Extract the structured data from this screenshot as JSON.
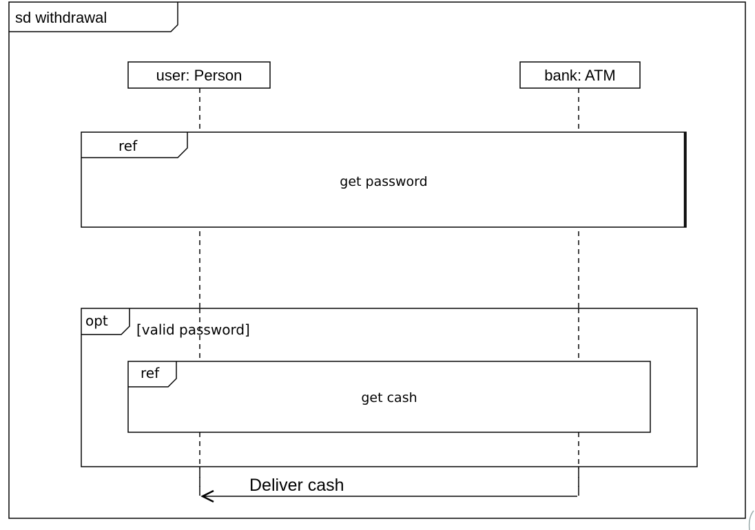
{
  "frame": {
    "operator": "sd",
    "name": "withdrawal"
  },
  "lifelines": [
    {
      "name": "user",
      "type": "Person"
    },
    {
      "name": "bank",
      "type": "ATM"
    }
  ],
  "fragments": {
    "ref1": {
      "operator": "ref",
      "label": "get password"
    },
    "opt": {
      "operator": "opt",
      "guard": "[valid password]"
    },
    "ref2": {
      "operator": "ref",
      "label": "get cash"
    }
  },
  "message": {
    "label": "Deliver cash",
    "from": "bank: ATM",
    "to": "user: Person"
  },
  "colors": {
    "line": "#000000",
    "background": "#ffffff"
  }
}
